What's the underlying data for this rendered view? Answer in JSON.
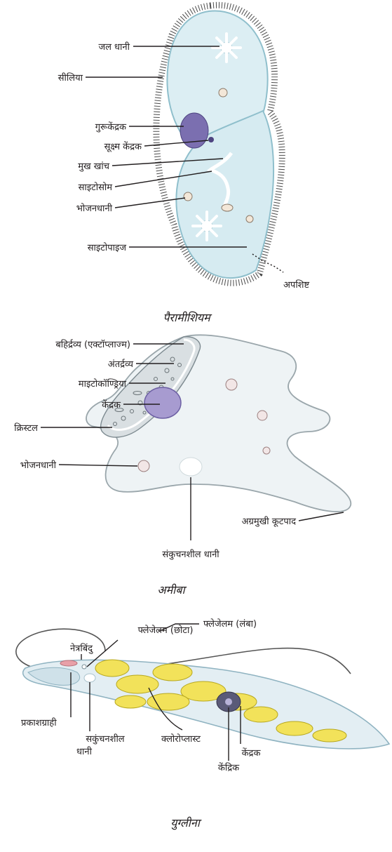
{
  "paramecium": {
    "caption": "पैरामीशियम",
    "labels": {
      "water_vacuole": "जल धानी",
      "cilia": "सीलिया",
      "macronucleus": "गुरूकेंद्रक",
      "micronucleus": "सूक्ष्म केंद्रक",
      "oral_groove": "मुख खांच",
      "cytostome": "साइटोसोम",
      "food_vacuole": "भोजनधानी",
      "cytopyge": "साइटोपाइज",
      "waste": "अपशिष्ट"
    }
  },
  "amoeba": {
    "caption": "अमीबा",
    "labels": {
      "ectoplasm": "बहिर्द्रव्य (एक्टॉप्लाज्म)",
      "endoplasm": "अंतर्द्रव्य",
      "mitochondria": "माइटोकॉण्ड्रिया",
      "nucleus": "केंद्रक",
      "crystal": "क्रिस्टल",
      "food_vacuole": "भोजनधानी",
      "pseudopod": "अग्रमुखी कूटपाद",
      "contractile_vacuole": "संकुचनशील धानी"
    }
  },
  "euglena": {
    "caption": "युग्लीना",
    "labels": {
      "flagellum_short": "फ्लेजेलम (छोटा)",
      "flagellum_long": "फ्लेजेलम (लंबा)",
      "eyespot": "नेत्रबिंदु",
      "photoreceptor": "प्रकाशग्राही",
      "contractile_vacuole_line1": "सकुंचनशील",
      "contractile_vacuole_line2": "धानी",
      "chloroplast": "क्लोरोप्लास्ट",
      "nucleus": "केंद्रक",
      "nucleolus": "केंद्रिक"
    }
  },
  "colors": {
    "cell_fill": "#dceef3",
    "cell_edge": "#8fbfcc",
    "cilia": "#4a4a4a",
    "nucleus": "#7b6fb0",
    "chloroplast": "#f2e25a",
    "eyespot": "#e8a0a8"
  }
}
